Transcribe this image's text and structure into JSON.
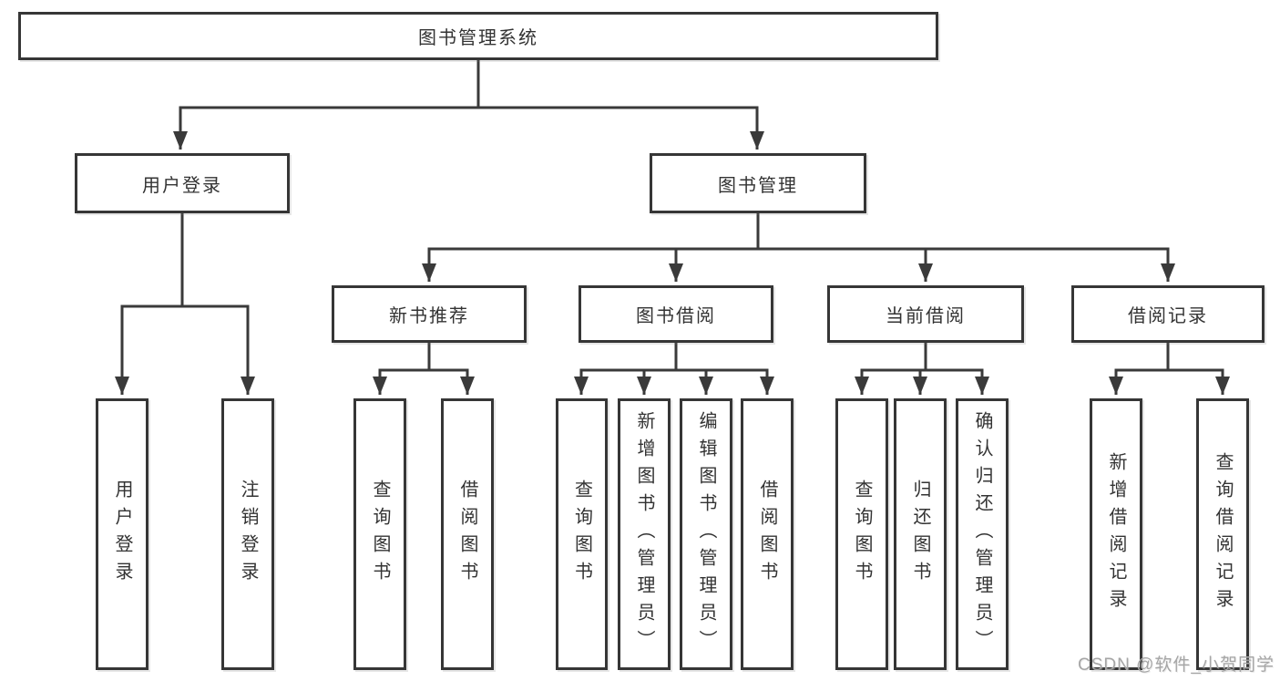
{
  "diagram": {
    "root": {
      "label": "图书管理系统"
    },
    "branches": [
      {
        "label": "用户登录",
        "children": [
          {
            "label": "用户登录"
          },
          {
            "label": "注销登录"
          }
        ]
      },
      {
        "label": "图书管理",
        "groups": [
          {
            "label": "新书推荐",
            "children": [
              {
                "label": "查询图书"
              },
              {
                "label": "借阅图书"
              }
            ]
          },
          {
            "label": "图书借阅",
            "children": [
              {
                "label": "查询图书"
              },
              {
                "label": "新增图书（管理员）"
              },
              {
                "label": "编辑图书（管理员）"
              },
              {
                "label": "借阅图书"
              }
            ]
          },
          {
            "label": "当前借阅",
            "children": [
              {
                "label": "查询图书"
              },
              {
                "label": "归还图书"
              },
              {
                "label": "确认归还（管理员）"
              }
            ]
          },
          {
            "label": "借阅记录",
            "children": [
              {
                "label": "新增借阅记录"
              },
              {
                "label": "查询借阅记录"
              }
            ]
          }
        ]
      }
    ]
  },
  "watermark": {
    "text": "CSDN @软件_小贺同学"
  },
  "colors": {
    "line": "#3a3a3a",
    "border": "#363636",
    "text": "#333333",
    "background": "#ffffff",
    "watermark": "#a6a6a6"
  }
}
